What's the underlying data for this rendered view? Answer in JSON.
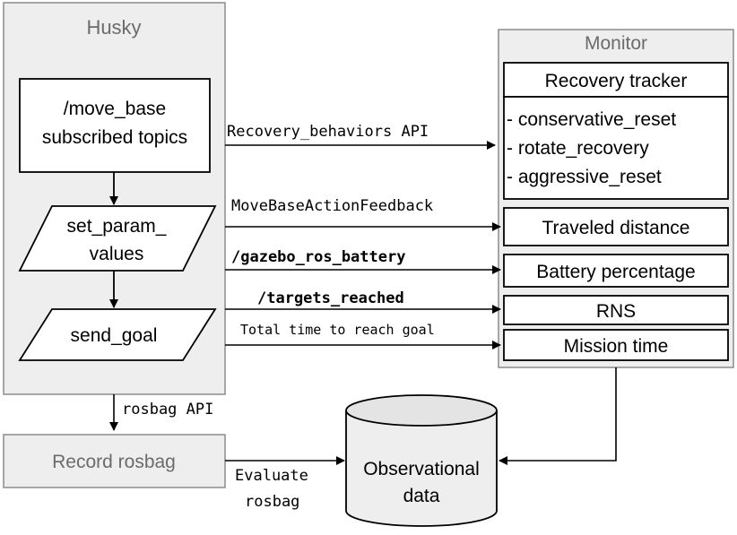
{
  "husky": {
    "title": "Husky"
  },
  "move_base": {
    "line1": "/move_base",
    "line2": "subscribed topics"
  },
  "set_param": {
    "line1": "set_param_",
    "line2": "values"
  },
  "send_goal": {
    "label": "send_goal"
  },
  "monitor": {
    "title": "Monitor"
  },
  "recovery_tracker": {
    "title": "Recovery tracker",
    "items": [
      "- conservative_reset",
      "- rotate_recovery",
      "- aggressive_reset"
    ]
  },
  "traveled_distance": {
    "label": "Traveled distance"
  },
  "battery_percentage": {
    "label": "Battery percentage"
  },
  "rns": {
    "label": "RNS"
  },
  "mission_time": {
    "label": "Mission time"
  },
  "edges": {
    "recovery_api": "Recovery_behaviors API",
    "feedback": "MoveBaseActionFeedback",
    "battery_topic": "/gazebo_ros_battery",
    "targets_topic": "/targets_reached",
    "total_time": "Total time to reach goal",
    "rosbag_api": "rosbag API",
    "evaluate_line1": "Evaluate",
    "evaluate_line2": "rosbag"
  },
  "record_rosbag": {
    "label": "Record rosbag"
  },
  "observational": {
    "line1": "Observational",
    "line2": "data"
  },
  "colors": {
    "container_fill": "#eeeeee",
    "container_stroke": "#8c8c8c",
    "ink": "#000000",
    "muted_text": "#6b6b6b"
  }
}
